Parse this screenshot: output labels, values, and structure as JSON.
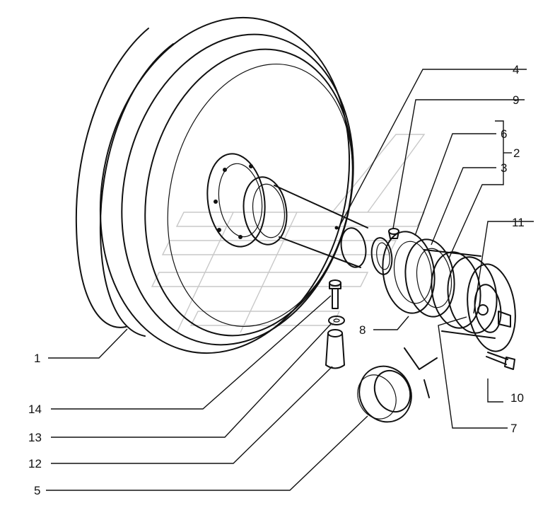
{
  "callouts": [
    {
      "id": "1",
      "text": "1"
    },
    {
      "id": "2",
      "text": "2"
    },
    {
      "id": "3",
      "text": "3"
    },
    {
      "id": "4",
      "text": "4"
    },
    {
      "id": "5",
      "text": "5"
    },
    {
      "id": "6",
      "text": "6"
    },
    {
      "id": "7",
      "text": "7"
    },
    {
      "id": "8",
      "text": "8"
    },
    {
      "id": "9",
      "text": "9"
    },
    {
      "id": "10",
      "text": "10"
    },
    {
      "id": "11",
      "text": "11"
    },
    {
      "id": "12",
      "text": "12"
    },
    {
      "id": "13",
      "text": "13"
    },
    {
      "id": "14",
      "text": "14"
    }
  ],
  "colors": {
    "ink": "#111111",
    "watermark": "#c8c8c8",
    "background": "#ffffff"
  }
}
